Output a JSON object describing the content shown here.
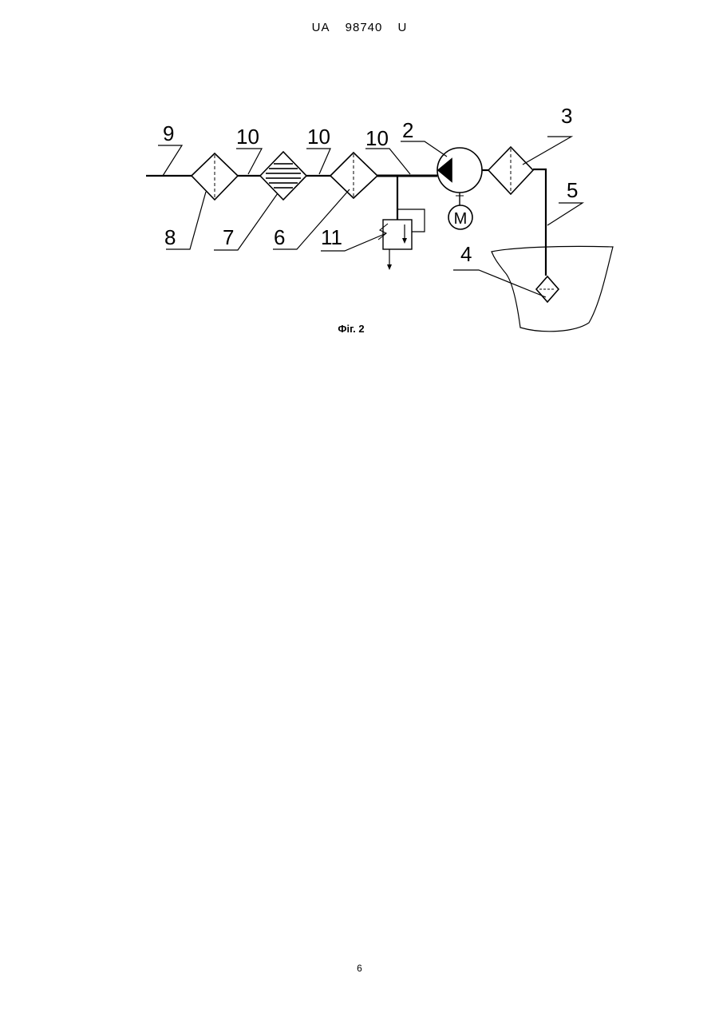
{
  "header": {
    "country": "UA",
    "number": "98740",
    "kind": "U"
  },
  "figure": {
    "caption": "Фіг. 2",
    "labels": {
      "l9": "9",
      "l10a": "10",
      "l10b": "10",
      "l10c": "10",
      "l2": "2",
      "l3": "3",
      "l5": "5",
      "l4": "4",
      "l8": "8",
      "l7": "7",
      "l6": "6",
      "l11": "11",
      "motor": "M"
    }
  },
  "page_number": "6"
}
